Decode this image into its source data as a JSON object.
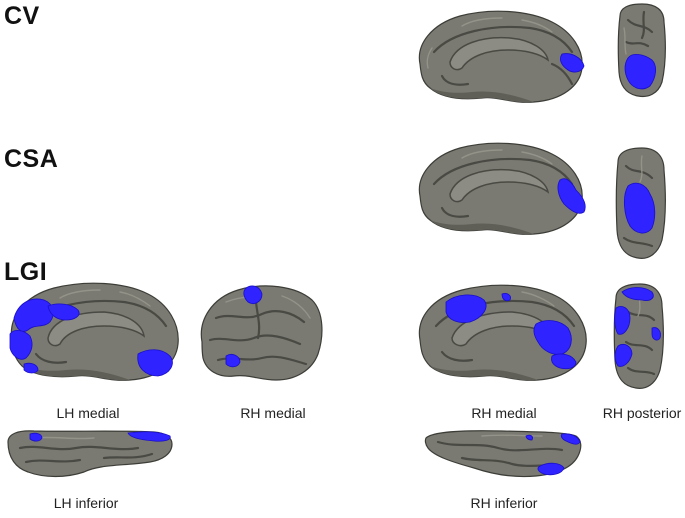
{
  "figure": {
    "row_labels": {
      "cv": "CV",
      "csa": "CSA",
      "lgi": "LGI"
    },
    "view_labels": {
      "lh_medial": "LH medial",
      "rh_medial_left": "RH medial",
      "rh_medial_right": "RH medial",
      "rh_posterior": "RH posterior",
      "lh_inferior": "LH inferior",
      "rh_inferior": "RH inferior"
    },
    "colors": {
      "cortex": "#7a7a72",
      "significant_region": "#2f23ff",
      "background": "#ffffff"
    }
  }
}
